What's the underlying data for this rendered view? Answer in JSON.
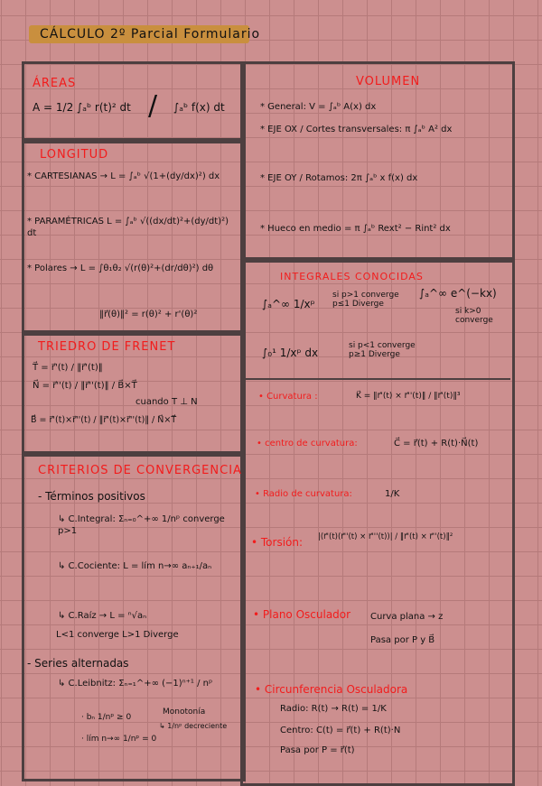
{
  "title": "CÁLCULO 2º Parcial   Formulario",
  "colors": {
    "paper": "#cc8f8f",
    "grid": "#b57a7a",
    "heading": "#f21c1c",
    "ink": "#111111",
    "highlight": "#c98f3e",
    "border": "#4d3f40"
  },
  "areas": {
    "heading": "ÁREAS",
    "f1": "A = 1/2 ∫ₐᵇ r(t)² dt",
    "sep": "/",
    "f2": "∫ₐᵇ f(x) dt"
  },
  "longitud": {
    "heading": "LONGITUD",
    "cart": "* CARTESIANAS → L = ∫ₐᵇ √(1+(dy/dx)²) dx",
    "param": "* PARAMÉTRICAS  L = ∫ₐᵇ √((dx/dt)²+(dy/dt)²) dt",
    "polar": "* Polares → L = ∫θ₁θ₂ √(r(θ)²+(dr/dθ)²) dθ",
    "polar_note": "‖r⃗(θ)‖² = r(θ)² + r'(θ)²"
  },
  "frenet": {
    "heading": "TRIEDRO DE FRENET",
    "T": "T⃗ = r⃗'(t) / ‖r⃗'(t)‖",
    "N": "N⃗ = r⃗''(t) / ‖r⃗''(t)‖  /  B⃗×T⃗",
    "N_note": "cuando T ⊥ N",
    "B": "B⃗ = r⃗'(t)×r⃗''(t) / ‖r⃗'(t)×r⃗''(t)‖  /  N⃗×T⃗"
  },
  "criterios": {
    "heading": "CRITERIOS DE CONVERGENCIA",
    "positivos": "- Términos positivos",
    "integral": "↳ C.Integral: Σₙ₌₀^+∞ 1/nᵖ  converge p>1",
    "cociente": "↳ C.Cociente: L = lím n→∞ aₙ₊₁/aₙ",
    "raiz": "↳ C.Raíz → L = ⁿ√aₙ",
    "result": "L<1 converge    L>1 Diverge",
    "alternadas": "- Series alternadas",
    "leibniz": "↳ C.Leibnitz: Σₙ₌₁^+∞ (−1)ⁿ⁺¹ / nᵖ",
    "cond1": "· bₙ 1/nᵖ ≥ 0",
    "cond2": "· lím n→∞ 1/nᵖ = 0",
    "monotonia": "Monotonía",
    "decreciente": "↳ 1/nᵖ decreciente"
  },
  "volumen": {
    "heading": "VOLUMEN",
    "general": "* General: V = ∫ₐᵇ A(x) dx",
    "ox": "* EJE OX / Cortes transversales:   π ∫ₐᵇ A² dx",
    "oy": "* EJE OY / Rotamos:   2π ∫ₐᵇ x f(x) dx",
    "hueco": "* Hueco en medio = π ∫ₐᵇ Rext² − Rint² dx"
  },
  "integrales": {
    "heading": "INTEGRALES CONOCIDAS",
    "i1": "∫ₐ^∞ 1/xᵖ",
    "i1_cond": "si p>1 converge\np≤1 Diverge",
    "i2": "∫ₐ^∞ e^(−kx)",
    "i2_cond": "si k>0\nconverge",
    "i3": "∫₀¹ 1/xᵖ dx",
    "i3_cond": "si p<1 converge\np≥1 Diverge"
  },
  "curvas": {
    "curvatura_label": "• Curvatura :",
    "curvatura": "K⃗ = ‖r⃗'(t) × r⃗''(t)‖ / ‖r⃗'(t)‖³",
    "centro_label": "• centro de curvatura:",
    "centro": "C⃗ = r⃗(t) + R(t)·N⃗(t)",
    "radio_label": "• Radio de curvatura:",
    "radio": "1/K",
    "torsion_label": "• Torsión:",
    "torsion": "|(r⃗'(t)(r⃗''(t) × r⃗'''(t))| / ‖r⃗'(t) × r⃗''(t)‖²",
    "plano_label": "• Plano Osculador",
    "plano1": "Curva plana → z",
    "plano2": "Pasa por P y B⃗",
    "circ_label": "• Circunferencia   Osculadora",
    "circ1": "Radio: R(t)   → R(t) = 1/K",
    "circ2": "Centro: C(t) = r⃗(t) + R(t)·N",
    "circ3": "Pasa por P = r⃗(t)"
  }
}
